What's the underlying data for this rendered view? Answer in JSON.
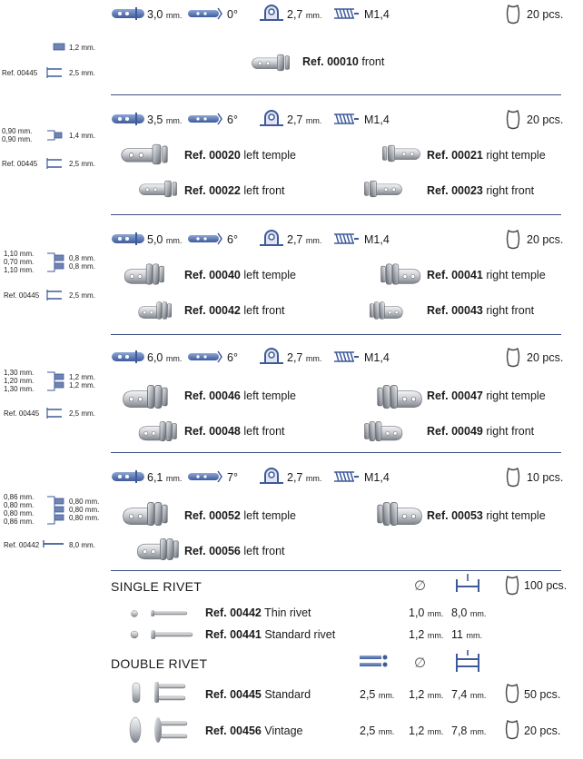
{
  "sections": [
    {
      "specs": {
        "width": "3,0",
        "width_unit": "mm.",
        "angle": "0°",
        "hole": "2,7",
        "hole_unit": "mm.",
        "screw": "M1,4",
        "pcs": "20 pcs."
      },
      "side": {
        "left": [],
        "right": [
          "1,2 mm."
        ],
        "ref": "Ref. 00445",
        "ref_val": "2,5 mm."
      },
      "items": [
        {
          "ref": "Ref. 00010",
          "desc": "front"
        }
      ]
    },
    {
      "specs": {
        "width": "3,5",
        "width_unit": "mm.",
        "angle": "6°",
        "hole": "2,7",
        "hole_unit": "mm.",
        "screw": "M1,4",
        "pcs": "20 pcs."
      },
      "side": {
        "left": [
          "0,90 mm.",
          "0,90 mm."
        ],
        "right": [
          "1,4 mm."
        ],
        "ref": "Ref. 00445",
        "ref_val": "2,5 mm."
      },
      "items": [
        {
          "ref": "Ref. 00020",
          "desc": "left temple"
        },
        {
          "ref": "Ref. 00021",
          "desc": "right temple"
        },
        {
          "ref": "Ref. 00022",
          "desc": "left front"
        },
        {
          "ref": "Ref. 00023",
          "desc": "right front"
        }
      ]
    },
    {
      "specs": {
        "width": "5,0",
        "width_unit": "mm.",
        "angle": "6°",
        "hole": "2,7",
        "hole_unit": "mm.",
        "screw": "M1,4",
        "pcs": "20 pcs."
      },
      "side": {
        "left": [
          "1,10 mm.",
          "0,70 mm.",
          "1,10 mm."
        ],
        "right": [
          "0,8 mm.",
          "0,8 mm."
        ],
        "ref": "Ref. 00445",
        "ref_val": "2,5 mm."
      },
      "items": [
        {
          "ref": "Ref. 00040",
          "desc": "left temple"
        },
        {
          "ref": "Ref. 00041",
          "desc": "right temple"
        },
        {
          "ref": "Ref. 00042",
          "desc": "left front"
        },
        {
          "ref": "Ref. 00043",
          "desc": "right front"
        }
      ]
    },
    {
      "specs": {
        "width": "6,0",
        "width_unit": "mm.",
        "angle": "6°",
        "hole": "2,7",
        "hole_unit": "mm.",
        "screw": "M1,4",
        "pcs": "20 pcs."
      },
      "side": {
        "left": [
          "1,30 mm.",
          "1,20 mm.",
          "1,30 mm."
        ],
        "right": [
          "1,2 mm.",
          "1,2 mm."
        ],
        "ref": "Ref. 00445",
        "ref_val": "2,5 mm."
      },
      "items": [
        {
          "ref": "Ref. 00046",
          "desc": "left temple"
        },
        {
          "ref": "Ref. 00047",
          "desc": "right temple"
        },
        {
          "ref": "Ref. 00048",
          "desc": "left front"
        },
        {
          "ref": "Ref. 00049",
          "desc": "right front"
        }
      ]
    },
    {
      "specs": {
        "width": "6,1",
        "width_unit": "mm.",
        "angle": "7°",
        "hole": "2,7",
        "hole_unit": "mm.",
        "screw": "M1,4",
        "pcs": "10 pcs."
      },
      "side": {
        "left": [
          "0,86 mm.",
          "0,80 mm.",
          "0,80 mm.",
          "0,86 mm."
        ],
        "right": [
          "0,80 mm.",
          "0,80 mm.",
          "0,80 mm."
        ],
        "ref": "Ref. 00442",
        "ref_val": "8,0 mm."
      },
      "items": [
        {
          "ref": "Ref. 00052",
          "desc": "left temple"
        },
        {
          "ref": "Ref. 00053",
          "desc": "right temple"
        },
        {
          "ref": "Ref. 00056",
          "desc": "left front"
        }
      ]
    }
  ],
  "single_rivet": {
    "title": "SINGLE RIVET",
    "pcs": "100 pcs.",
    "rows": [
      {
        "ref": "Ref. 00442",
        "desc": "Thin rivet",
        "diam": "1,0",
        "diam_unit": "mm.",
        "len": "8,0",
        "len_unit": "mm."
      },
      {
        "ref": "Ref. 00441",
        "desc": "Standard rivet",
        "diam": "1,2",
        "diam_unit": "mm.",
        "len": "11",
        "len_unit": "mm."
      }
    ]
  },
  "double_rivet": {
    "title": "DOUBLE RIVET",
    "rows": [
      {
        "ref": "Ref. 00445",
        "desc": "Standard",
        "span": "2,5",
        "span_unit": "mm.",
        "diam": "1,2",
        "diam_unit": "mm.",
        "len": "7,4",
        "len_unit": "mm.",
        "pcs": "50 pcs."
      },
      {
        "ref": "Ref. 00456",
        "desc": "Vintage",
        "span": "2,5",
        "span_unit": "mm.",
        "diam": "1,2",
        "diam_unit": "mm.",
        "len": "7,8",
        "len_unit": "mm.",
        "pcs": "20 pcs."
      }
    ]
  },
  "colors": {
    "rule": "#3b4f80",
    "icon": "#3e5a9a",
    "metal": "#b8bcc2"
  }
}
